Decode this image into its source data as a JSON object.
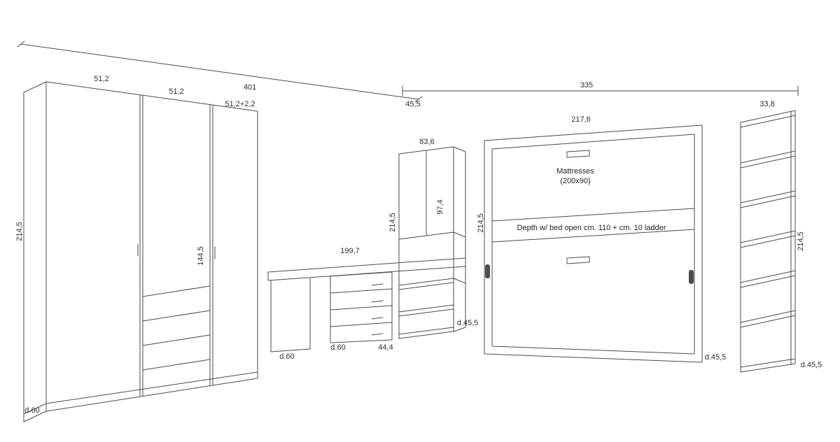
{
  "drawing": {
    "title": "furniture-wall-composition-technical-drawing",
    "line_color": "#4b4b4b",
    "text_color": "#2e2e2e",
    "background": "#ffffff"
  },
  "wardrobe": {
    "total_width": "401",
    "door1_width": "51,2",
    "door2_width": "51,2",
    "door3_width": "51,2+2,2",
    "height": "214,5",
    "door_height": "144,5",
    "depth": "d.60"
  },
  "desk": {
    "width": "199,7",
    "leg_depth": "d.60",
    "drawer_unit_depth": "d.60",
    "drawer_unit_width": "44,4"
  },
  "shelf_unit": {
    "top_width": "83,6",
    "upper_cabinet_height": "97,4",
    "height": "214,5",
    "depth": "d.45,5"
  },
  "bed": {
    "overall_width": "335",
    "side_offset": "45,5",
    "width": "217,6",
    "height": "214,5",
    "depth": "d.45,5",
    "mattress_line1": "Mattresses",
    "mattress_line2": "(200x90)",
    "open_depth_note": "Depth w/ bed open cm. 110 + cm. 10 ladder"
  },
  "bookcase": {
    "width": "33,8",
    "height": "214,5",
    "depth": "d.45,5"
  }
}
